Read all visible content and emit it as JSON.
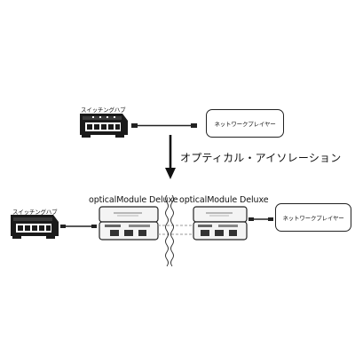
{
  "top": {
    "hub_label": "スイッチングハブ",
    "player_label": "ネットワークプレイヤー"
  },
  "transition": {
    "label": "オプティカル・アイソレーション"
  },
  "bottom": {
    "hub_label": "スイッチングハブ",
    "module_left_title": "opticalModule Deluxe",
    "module_right_title": "opticalModule Deluxe",
    "player_label": "ネットワークプレイヤー"
  },
  "icons": {
    "hub": "network-switch-icon",
    "module": "optical-module-icon",
    "arrow": "down-arrow-icon",
    "isolation": "isolation-wave-icon"
  },
  "colors": {
    "ink": "#111111",
    "device_body": "#1a1a1a",
    "module_fill": "#f2f2f2"
  }
}
